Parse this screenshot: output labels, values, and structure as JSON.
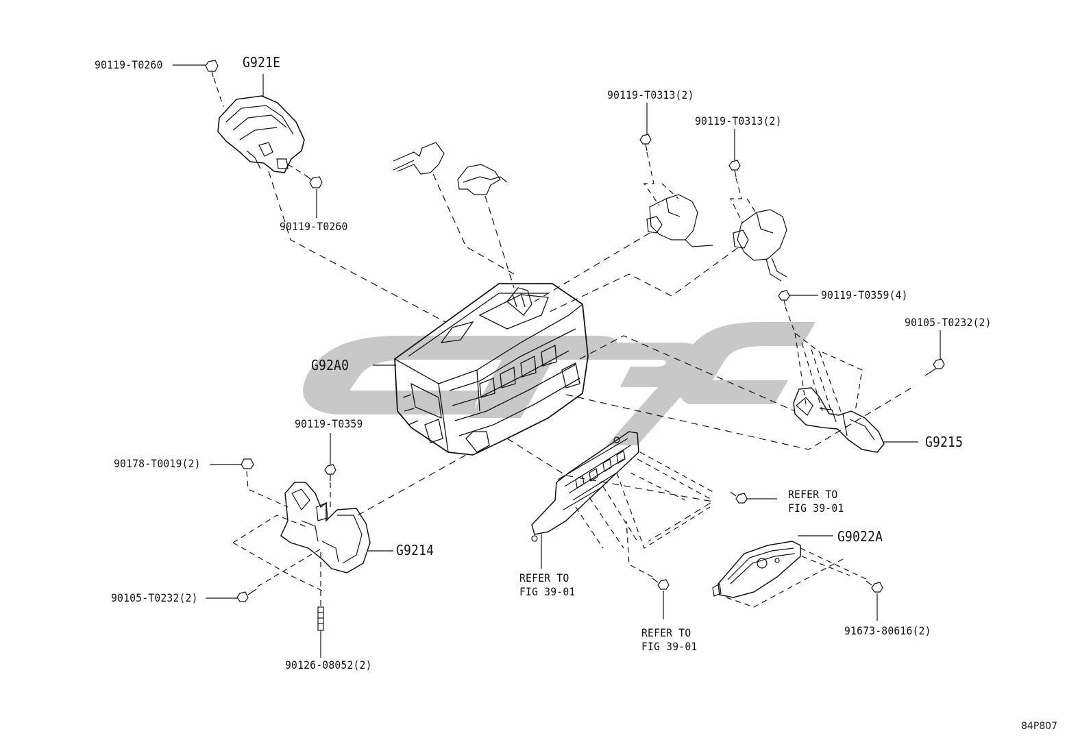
{
  "diagram": {
    "labels": {
      "bolt_top_left": "90119-T0260",
      "cover_g921e": "G921E",
      "bolt_cover_lower": "90119-T0260",
      "bolt_sensor_a": "90119-T0313(2)",
      "bolt_sensor_b": "90119-T0313(2)",
      "bolt_right_bracket_4": "90119-T0359(4)",
      "bolt_right_90105": "90105-T0232(2)",
      "inverter_g92a0": "G92A0",
      "bracket_g9215": "G9215",
      "bolt_left_bracket": "90119-T0359",
      "nut_90178": "90178-T0019(2)",
      "bracket_g9214": "G9214",
      "bolt_left_90105": "90105-T0232(2)",
      "stud_90126": "90126-08052(2)",
      "refer_right": "REFER TO\nFIG 39-01",
      "refer_lower_left": "REFER TO\nFIG 39-01",
      "refer_lower_mid": "REFER TO\nFIG 39-01",
      "cover_g9022a": "G9022A",
      "bolt_91673": "91673-80616(2)"
    },
    "figure_code": "84P807",
    "colors": {
      "line": "#111111",
      "watermark": "#c8c8c8",
      "background": "#ffffff"
    }
  }
}
